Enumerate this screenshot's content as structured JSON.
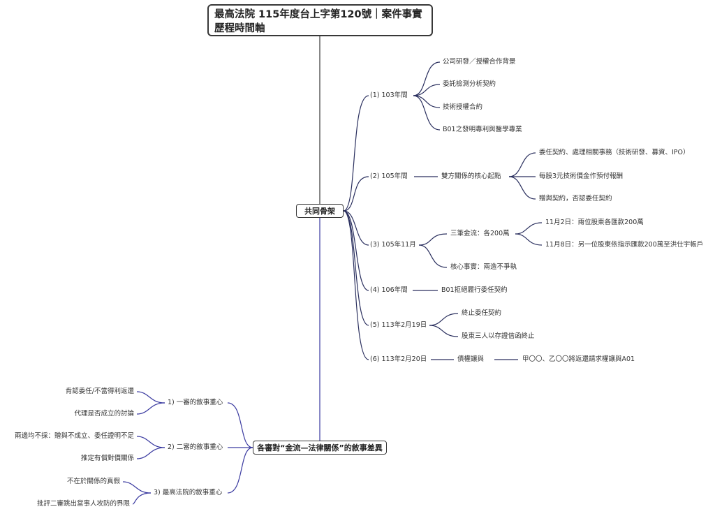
{
  "title": "最高法院 115年度台上字第120號｜案件事實歷程時間軸",
  "colors": {
    "upper_branch": "#2a2f5e",
    "lower_branch": "#3a3aa0",
    "spine": "#383838"
  },
  "framework": {
    "label": "共同骨架",
    "items": [
      {
        "label": "(1) 103年間",
        "children": [
          "公司研發／授權合作背景",
          "委託檢測分析契約",
          "技術授權合約",
          "B01之發明專利與醫學專業"
        ]
      },
      {
        "label": "(2) 105年間",
        "node": "雙方關係的核心起點",
        "children": [
          "委任契約、處理相關事務（技術研發、募資、IPO）",
          "每股3元技術價金作預付報酬",
          "贈與契約，否認委任契約"
        ]
      },
      {
        "label": "(3) 105年11月",
        "sub": [
          {
            "label": "三筆金流：各200萬",
            "children": [
              "11月2日：兩位股東各匯款200萬",
              "11月8日：另一位股東依指示匯款200萬至洪仕宇帳戶"
            ]
          },
          {
            "label": "核心事實：兩造不爭執"
          }
        ]
      },
      {
        "label": "(4) 106年間",
        "node": "B01拒絕履行委任契約"
      },
      {
        "label": "(5) 113年2月19日",
        "children": [
          "終止委任契約",
          "股東三人以存證信函終止"
        ]
      },
      {
        "label": "(6) 113年2月20日",
        "node": "債權讓與",
        "node2": "甲〇〇、乙〇〇將返還請求權讓與A01"
      }
    ]
  },
  "narrative": {
    "label": "各審對“金流—法律關係”的敘事差異",
    "items": [
      {
        "label": "1) 一審的敘事重心",
        "children": [
          "肯認委任/不當得利返還",
          "代理是否成立的討論"
        ]
      },
      {
        "label": "2) 二審的敘事重心",
        "children": [
          "兩邊均不採：贈與不成立、委任證明不足",
          "推定有償對價關係"
        ]
      },
      {
        "label": "3) 最高法院的敘事重心",
        "children": [
          "不在於關係的真假",
          "批評二審跳出當事人攻防的界限"
        ]
      }
    ]
  }
}
